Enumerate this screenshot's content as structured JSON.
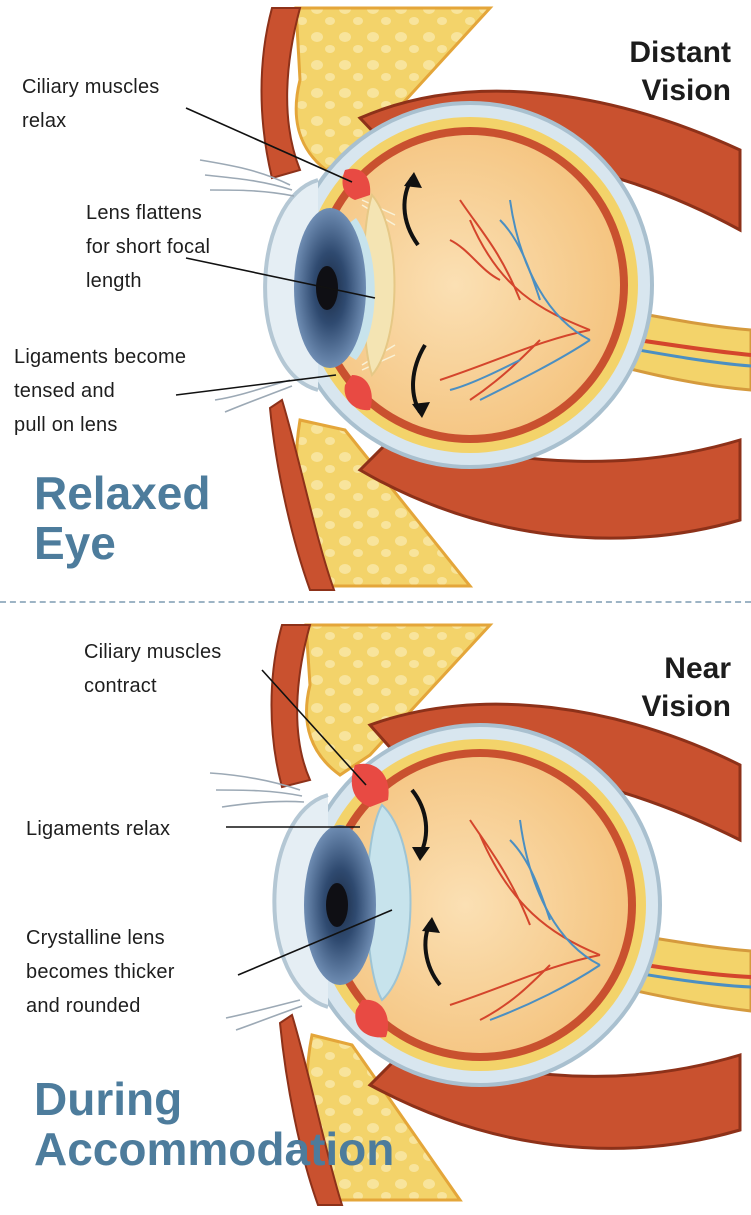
{
  "colors": {
    "heading_blue": "#4d7c9c",
    "bone_yellow": "#f3d36a",
    "muscle_red": "#b8462b",
    "eye_interior": "#f7cf92",
    "iris_blue": "#3c5a80",
    "vessel_red": "#d4452c",
    "vessel_blue": "#4b8fc2"
  },
  "relaxed": {
    "vision": "Distant\nVision",
    "title": "Relaxed\nEye",
    "labels": {
      "ciliary": "Ciliary muscles\nrelax",
      "lens": "Lens flattens\nfor short focal\nlength",
      "ligaments": "Ligaments become\ntensed and\npull on lens"
    }
  },
  "accommodation": {
    "vision": "Near\nVision",
    "title": "During\nAccommodation",
    "labels": {
      "ciliary": "Ciliary muscles\ncontract",
      "ligaments": "Ligaments relax",
      "lens": "Crystalline lens\nbecomes thicker\nand rounded"
    }
  }
}
